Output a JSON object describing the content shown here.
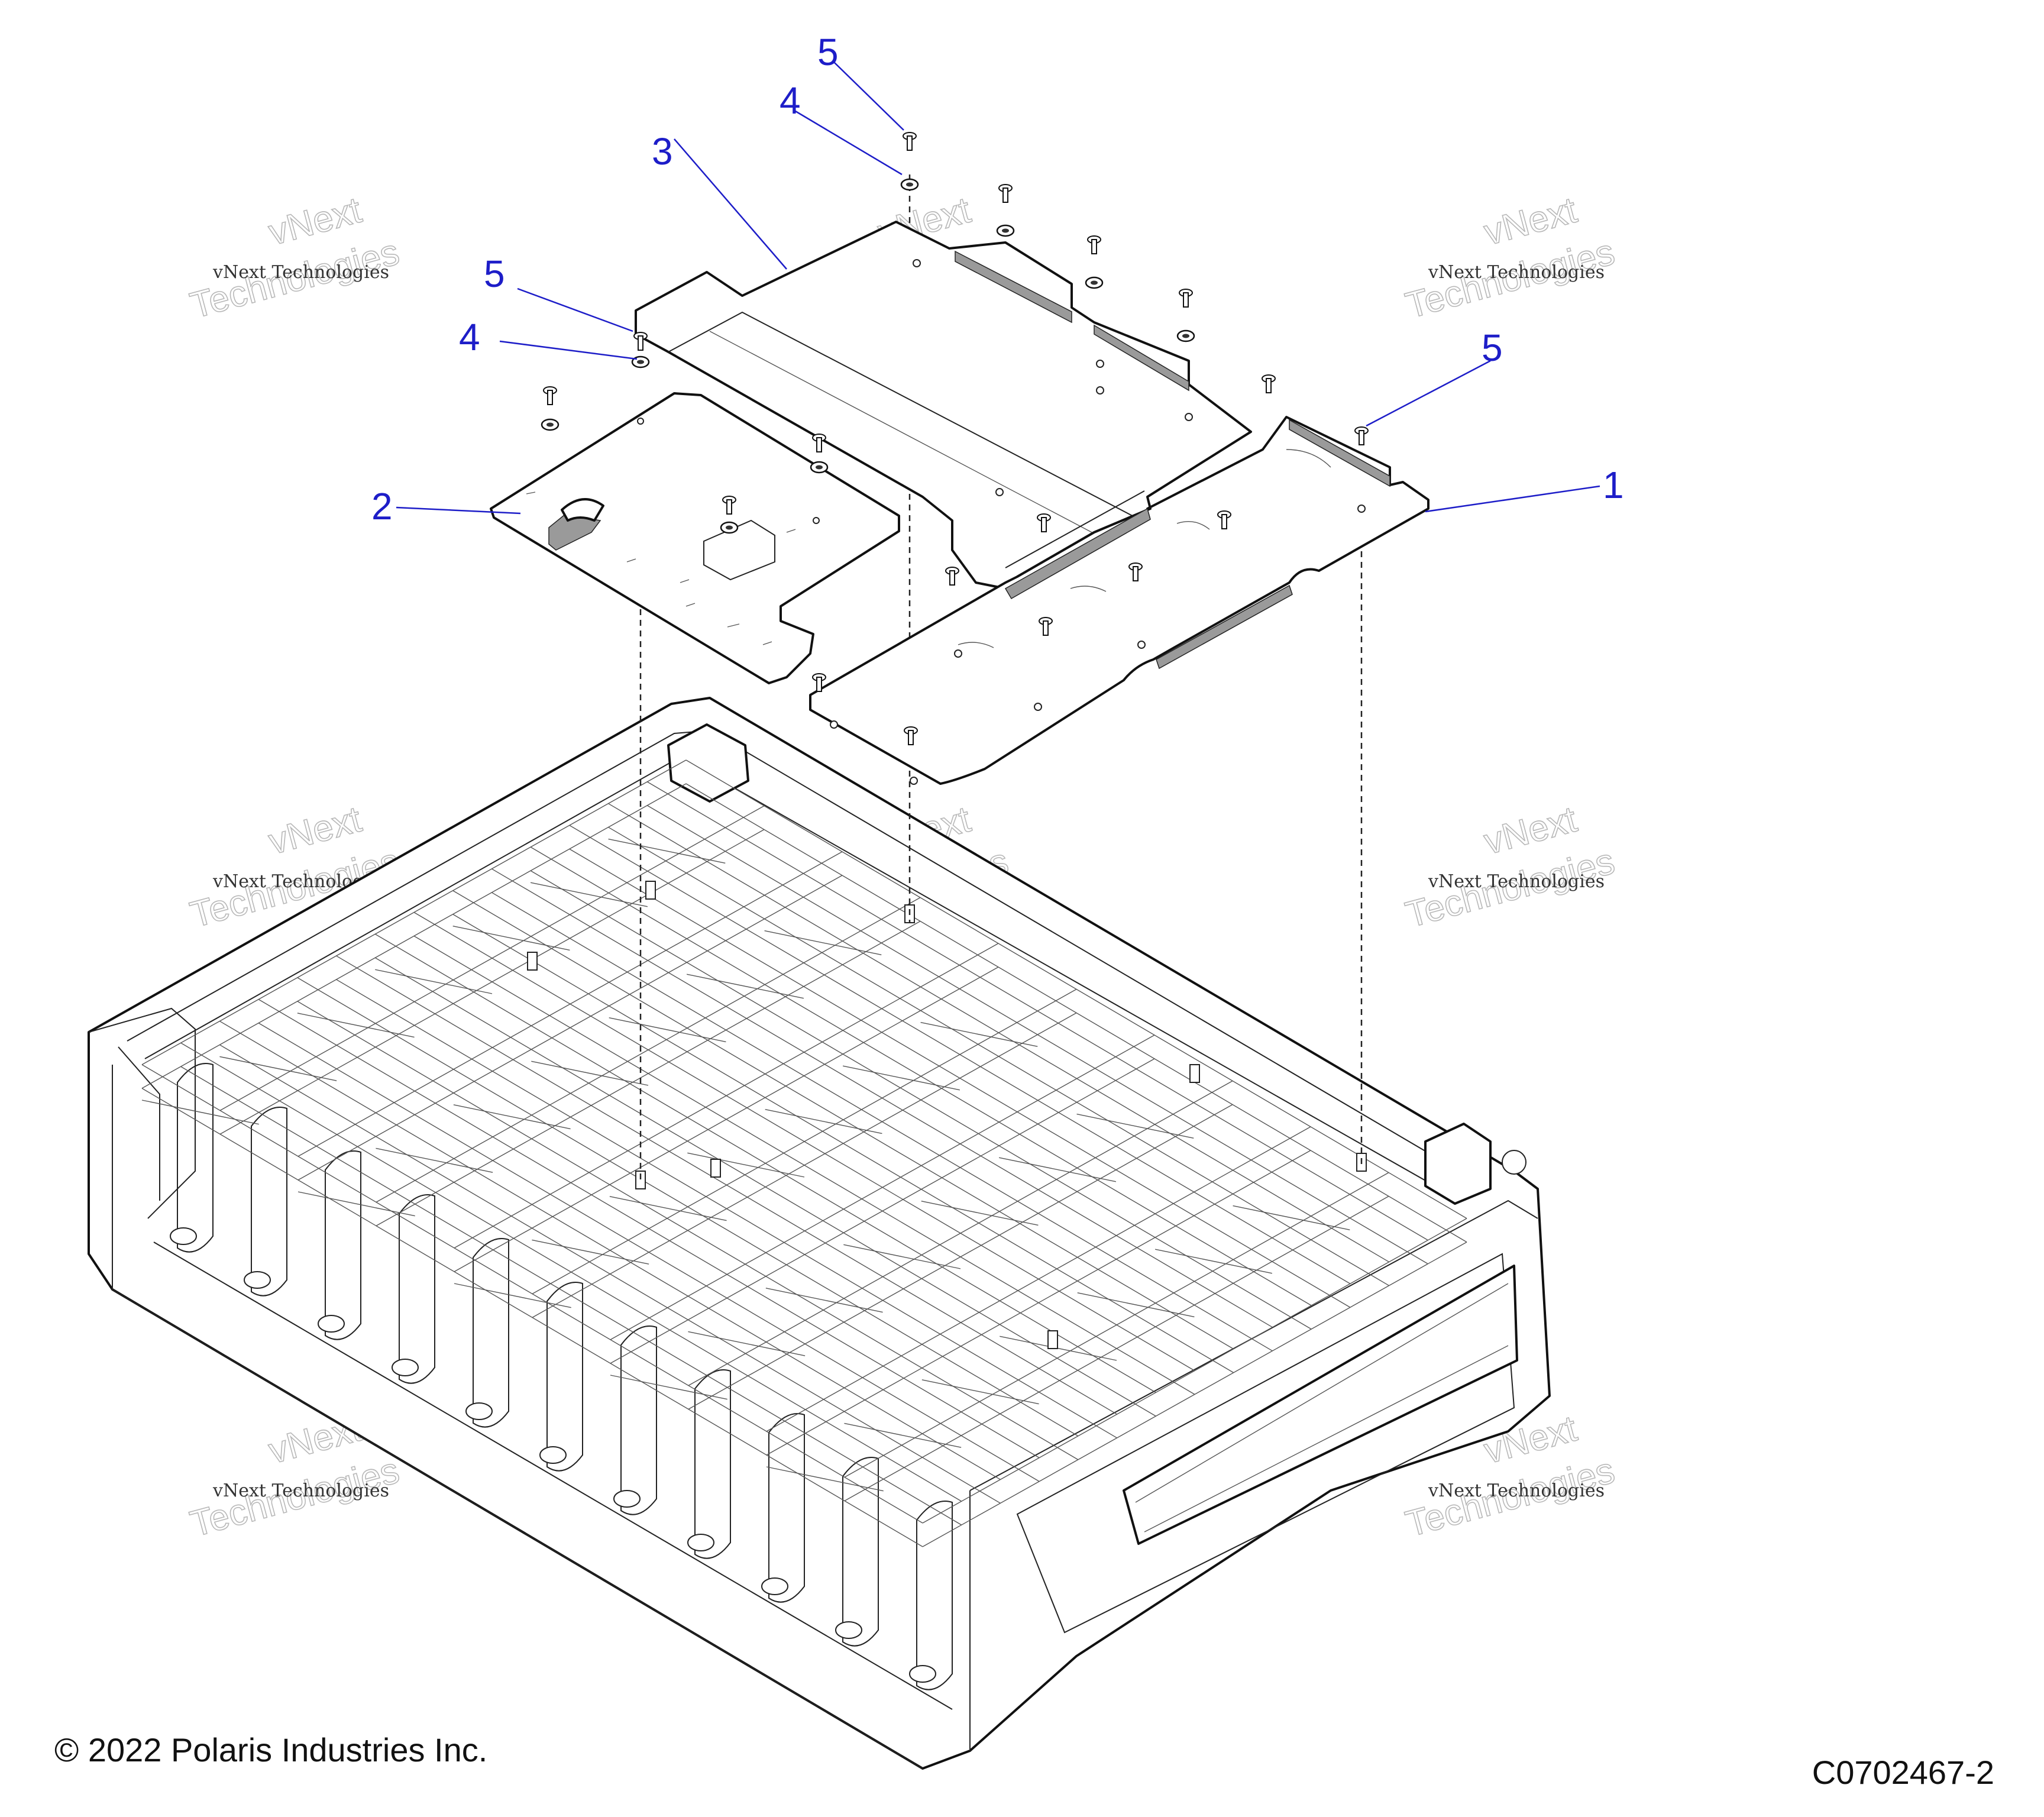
{
  "diagram": {
    "callouts": [
      {
        "number": "1",
        "part": "floor-panel-right"
      },
      {
        "number": "2",
        "part": "floor-panel-left"
      },
      {
        "number": "3",
        "part": "floor-panel-rear"
      },
      {
        "number": "4",
        "part": "washer-upper"
      },
      {
        "number": "4",
        "part": "washer-left"
      },
      {
        "number": "5",
        "part": "screw-upper"
      },
      {
        "number": "5",
        "part": "screw-left"
      },
      {
        "number": "5",
        "part": "screw-right"
      }
    ],
    "watermark": {
      "text_small": "vNext Technologies",
      "text_large_top": "vNext",
      "text_large_bottom": "Technologies"
    },
    "colors": {
      "callout": "#1d1dc8",
      "line": "#111111",
      "shade": "#9a9a9a"
    }
  },
  "footer": {
    "copyright": "© 2022 Polaris Industries Inc.",
    "figure_id": "C0702467-2"
  }
}
